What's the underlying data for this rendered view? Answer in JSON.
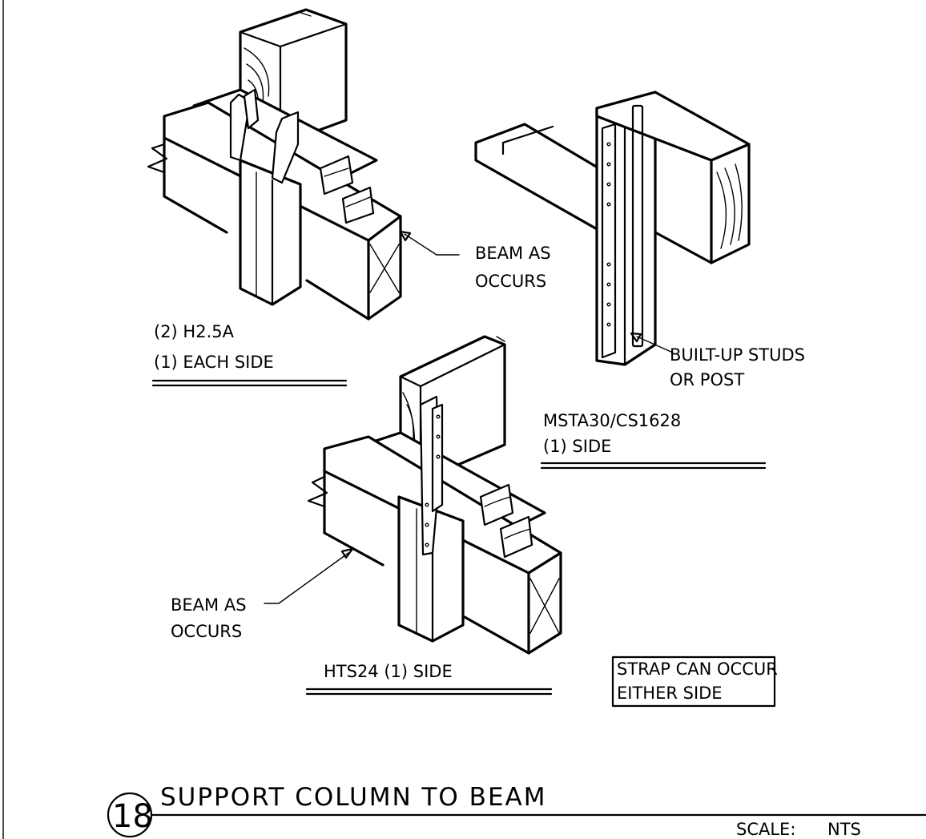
{
  "detail": {
    "number": "18",
    "title": "SUPPORT COLUMN TO BEAM",
    "scale_label": "SCALE:",
    "scale_value": "NTS"
  },
  "callouts": {
    "h25a_line1": "(2) H2.5A",
    "h25a_line2": "(1) EACH SIDE",
    "beam_top_line1": "BEAM AS",
    "beam_top_line2": "OCCURS",
    "builtup_line1": "BUILT-UP STUDS",
    "builtup_line2": "OR POST",
    "msta_line1": "MSTA30/CS1628",
    "msta_line2": "(1) SIDE",
    "beam_bottom_line1": "BEAM AS",
    "beam_bottom_line2": "OCCURS",
    "hts24": "HTS24 (1) SIDE",
    "strap_line1": "STRAP CAN OCCUR",
    "strap_line2": "EITHER SIDE"
  }
}
